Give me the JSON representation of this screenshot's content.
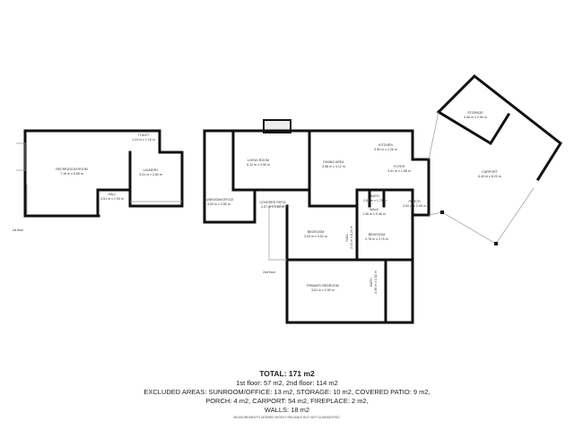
{
  "floors": {
    "first": "1st floor",
    "second": "2nd floor"
  },
  "rooms": {
    "recreation": {
      "name": "RECREATION ROOM",
      "size": "7.16 m x 5.89 m"
    },
    "toilet": {
      "name": "TOILET",
      "size": "1.23 m x 1.16 m"
    },
    "laundry": {
      "name": "LAUNDRY",
      "size": "3.51 m x 2.83 m"
    },
    "hall1": {
      "name": "HALL",
      "size": "4.51 m x 1.93 m"
    },
    "living": {
      "name": "LIVING ROOM",
      "size": "5.12 m x 3.96 m"
    },
    "dining": {
      "name": "DINING AREA",
      "size": "3.58 m x 3.12 m"
    },
    "kitchen": {
      "name": "KITCHEN",
      "size": "3.90 m x 2.26 m"
    },
    "foyer": {
      "name": "FOYER",
      "size": "3.01 m x 1.58 m"
    },
    "bath1": {
      "name": "BATH",
      "size": "2.82 m x 1.79 m"
    },
    "porch": {
      "name": "PORCH",
      "size": "2.92 m x 2.05 m"
    },
    "walk": {
      "name": "WALK",
      "size": "1.36 m x 0.48 m"
    },
    "sunroom": {
      "name": "SUNROOM/OFFICE",
      "size": "3.09 m x 3.80 m"
    },
    "patio": {
      "name": "COVERED PATIO",
      "size": "2.57 m x 1.84 m"
    },
    "bedroom1": {
      "name": "BEDROOM",
      "size": "3.53 m x 3.52 m"
    },
    "hall2": {
      "name": "HALL",
      "size": "2.21 m x 8.24 m"
    },
    "bedroom2": {
      "name": "BEDROOM",
      "size": "2.78 m x 2.75 m"
    },
    "primary": {
      "name": "PRIMARY BEDROOM",
      "size": "3.61 m x 2.90 m"
    },
    "bath2": {
      "name": "BATH",
      "size": "2.36 m x 1.52 m"
    },
    "storage": {
      "name": "STORAGE",
      "size": "4.06 m x 2.50 m"
    },
    "carport": {
      "name": "CARPORT",
      "size": "6.40 m x 8.23 m"
    }
  },
  "summary": {
    "total": "TOTAL: 171 m2",
    "floors": "1st floor: 57 m2, 2nd floor: 114 m2",
    "excluded1": "EXCLUDED AREAS: SUNROOM/OFFICE: 13 m2, STORAGE: 10 m2, COVERED PATIO: 9 m2,",
    "excluded2": "PORCH: 4 m2, CARPORT: 54 m2, FIREPLACE: 2 m2,",
    "excluded3": "WALLS: 18 m2",
    "disclaimer": "MEASUREMENTS DEEMED HIGHLY RELIABLE BUT NOT GUARANTEED."
  }
}
